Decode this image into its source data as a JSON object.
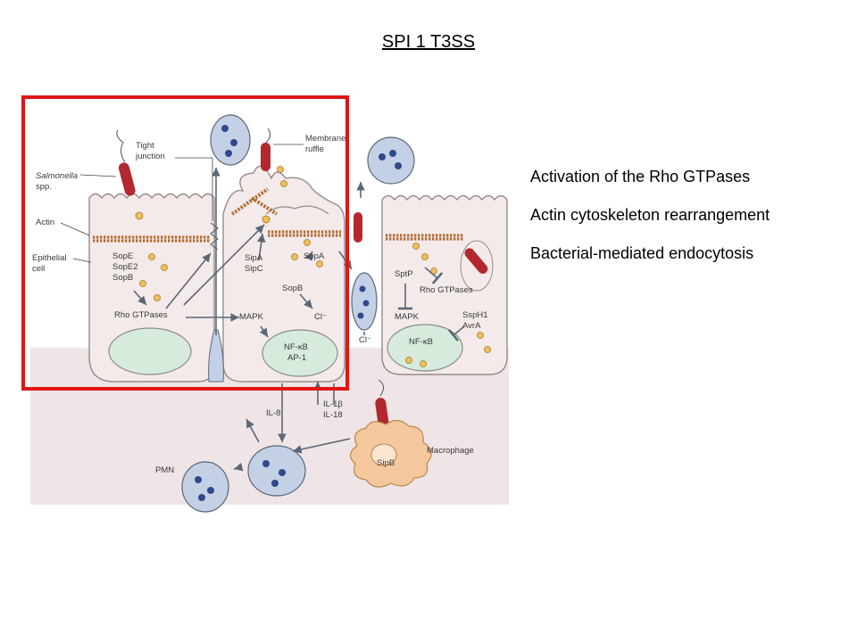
{
  "slide": {
    "title": "SPI 1  T3SS",
    "bullets": [
      "Activation of the Rho GTPases",
      "Actin cytoskeleton rearrangement",
      "Bacterial-mediated endocytosis"
    ]
  },
  "diagram": {
    "labels": {
      "tight_junction": [
        "Tight",
        "junction"
      ],
      "salmonella": [
        "Salmonella",
        "spp."
      ],
      "actin": "Actin",
      "epithelial_cell": [
        "Epithelial",
        "cell"
      ],
      "membrane_ruffle": [
        "Membrane",
        "ruffle"
      ],
      "sope": "SopE",
      "sope2": "SopE2",
      "sopb_left": "SopB",
      "rho_gtpases_left": "Rho GTPases",
      "sipa": "SipA",
      "sipc": "SipC",
      "sopa": "SopA",
      "sopb_mid": "SopB",
      "mapk_mid": "MAPK",
      "cl_mid": "Cl⁻",
      "nfkb_mid": "NF-κB",
      "ap1": "AP-1",
      "sptp": "SptP",
      "rho_gtpases_right": "Rho GTPases",
      "mapk_right": "MAPK",
      "ssph1": "SspH1",
      "avra": "AvrA",
      "nfkb_right": "NF-κB",
      "cl_right": "Cl⁻",
      "il8": "IL-8",
      "il1b": "IL-1β",
      "il18": "IL-18",
      "pmn": "PMN",
      "macrophage": "Macrophage",
      "sipb": "SipB"
    },
    "colors": {
      "highlight_box": "#e01515",
      "tissue": "#efe4e6",
      "cell_fill": "#f4eaea",
      "cell_stroke": "#9a8a8a",
      "actin": "#c8854a",
      "nucleus": "#d6ebdc",
      "bacterium": "#b3282f",
      "effector_dot": "#f1be5a",
      "immune_cell": "#c4d0e6",
      "macrophage": "#f4c79d",
      "arrow": "#5b6777"
    }
  }
}
